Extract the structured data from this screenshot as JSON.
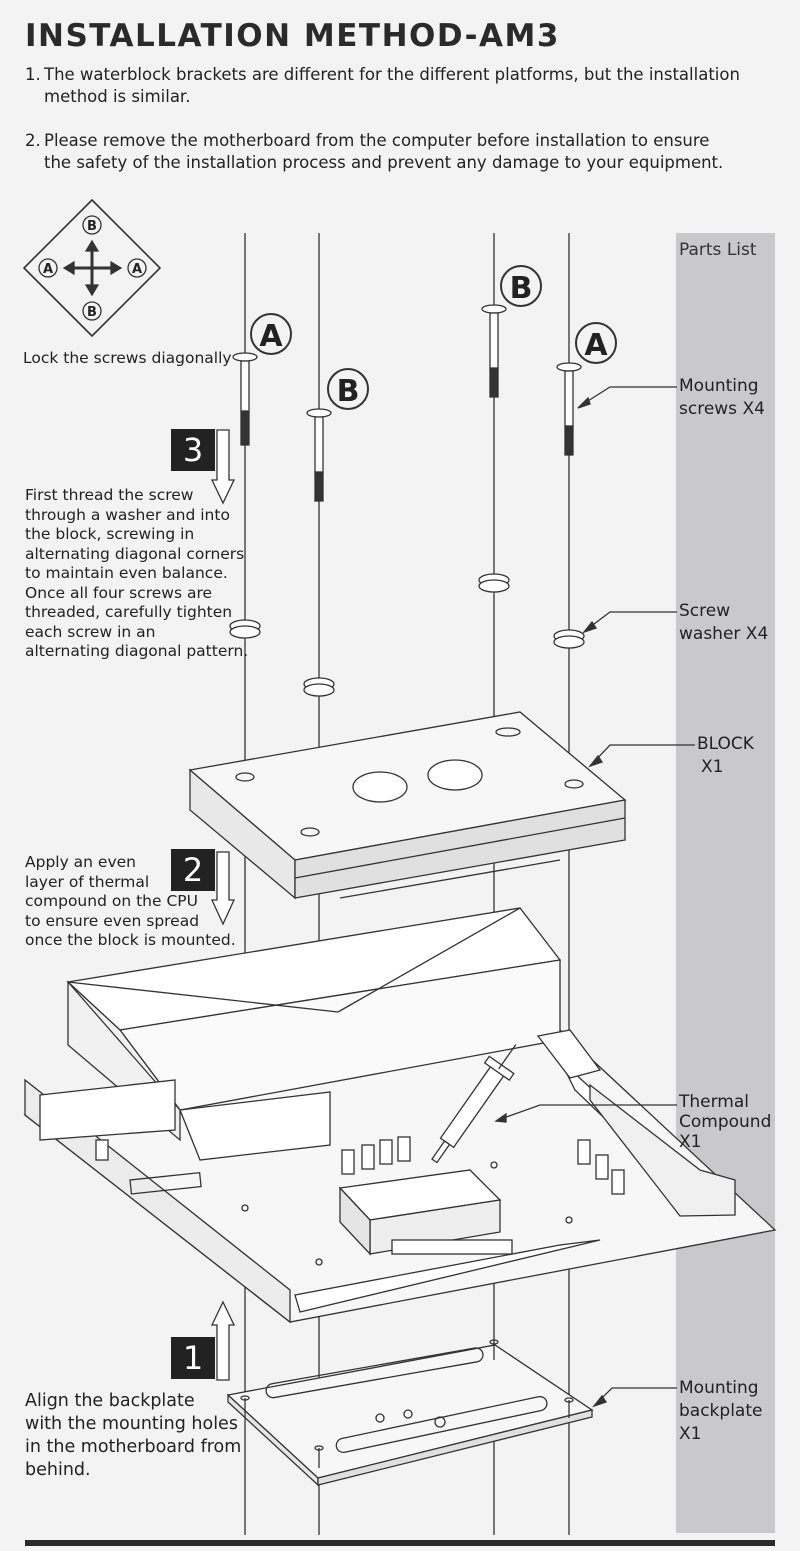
{
  "title": "INSTALLATION METHOD-AM3",
  "notes": [
    {
      "num": "1.",
      "line1": "The waterblock brackets are different for the different platforms, but the installation",
      "line2": "method is similar."
    },
    {
      "num": "2.",
      "line1": "Please remove the motherboard from the computer before installation to ensure",
      "line2": "the safety of the installation process and prevent any damage to your equipment."
    }
  ],
  "diagonal": {
    "caption": "Lock the screws diagonally",
    "a": "A",
    "b": "B"
  },
  "screw_labels": {
    "a": "A",
    "b": "B"
  },
  "steps": [
    {
      "num": "3",
      "lines": [
        "First thread the screw",
        "through a washer and into",
        "the block, screwing in",
        "alternating diagonal corners",
        "to maintain even balance.",
        "Once all four screws are",
        "threaded, carefully tighten",
        "each screw in an",
        "alternating diagonal pattern."
      ]
    },
    {
      "num": "2",
      "lines": [
        "Apply an even",
        "layer of thermal",
        "compound on the CPU",
        "to ensure even spread",
        "once the block is mounted."
      ]
    },
    {
      "num": "1",
      "lines": [
        "Align the backplate",
        "with the mounting holes",
        "in the motherboard from",
        "behind."
      ]
    }
  ],
  "parts_list": {
    "title": "Parts List",
    "items": [
      {
        "line1": "Mounting",
        "line2": "screws X4"
      },
      {
        "line1": "Screw",
        "line2": "washer X4"
      },
      {
        "line1": "BLOCK",
        "line2": "X1"
      },
      {
        "line1": "Thermal",
        "line2": "Compound",
        "line3": "X1"
      },
      {
        "line1": "Mounting",
        "line2": "backplate",
        "line3": "X1"
      }
    ]
  }
}
